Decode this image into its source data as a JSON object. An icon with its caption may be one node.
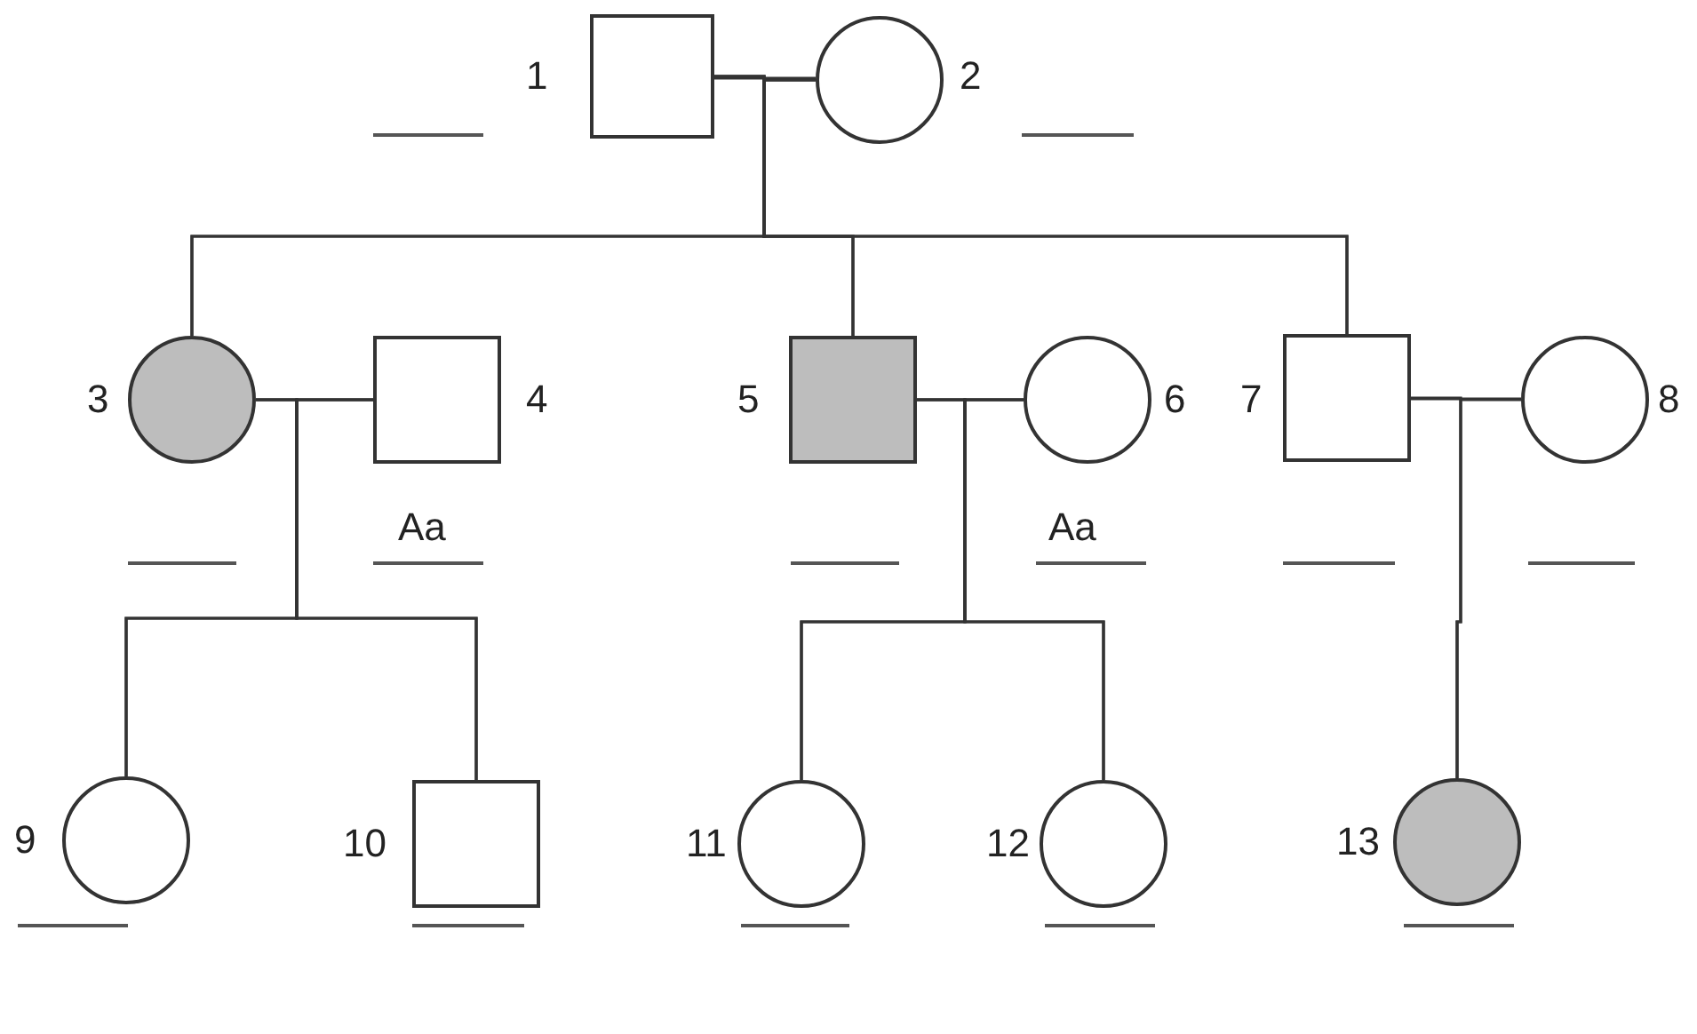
{
  "diagram": {
    "nodes": [
      {
        "text": [],
        "shape": "box",
        "beside": [
          "1"
        ]
      },
      {
        "text": [],
        "shape": "circle",
        "beside": [
          "2"
        ]
      },
      {
        "text": [],
        "shape": "circle",
        "beside": [
          "3"
        ]
      },
      {
        "text": [],
        "shape": "box",
        "beside": [
          "4",
          "Aa"
        ]
      },
      {
        "text": [],
        "shape": "box",
        "beside": [
          "5"
        ]
      },
      {
        "text": [],
        "shape": "circle",
        "beside": [
          "6",
          "Aa"
        ]
      },
      {
        "text": [],
        "shape": "box",
        "beside": [
          "7"
        ]
      },
      {
        "text": [],
        "shape": "circle",
        "beside": [
          "8"
        ]
      },
      {
        "text": [],
        "shape": "circle",
        "beside": [
          "9"
        ]
      },
      {
        "text": [],
        "shape": "box",
        "beside": [
          "10"
        ]
      },
      {
        "text": [],
        "shape": "circle",
        "beside": [
          "11"
        ]
      },
      {
        "text": [],
        "shape": "circle",
        "beside": [
          "12"
        ]
      },
      {
        "text": [],
        "shape": "circle",
        "beside": [
          "13"
        ]
      }
    ],
    "edges": [
      {
        "from": 0,
        "to": 1,
        "arrow": "none"
      },
      {
        "from": 0,
        "to": 2,
        "arrow": "none"
      },
      {
        "from": 0,
        "to": 4,
        "arrow": "none"
      },
      {
        "from": 0,
        "to": 6,
        "arrow": "none"
      },
      {
        "from": 1,
        "to": 2,
        "arrow": "none"
      },
      {
        "from": 1,
        "to": 4,
        "arrow": "none"
      },
      {
        "from": 1,
        "to": 6,
        "arrow": "none"
      },
      {
        "from": 2,
        "to": 3,
        "arrow": "none"
      },
      {
        "from": 2,
        "to": 8,
        "arrow": "none"
      },
      {
        "from": 2,
        "to": 9,
        "arrow": "none"
      },
      {
        "from": 3,
        "to": 8,
        "arrow": "none"
      },
      {
        "from": 3,
        "to": 9,
        "arrow": "none"
      },
      {
        "from": 4,
        "to": 5,
        "arrow": "none"
      },
      {
        "from": 4,
        "to": 10,
        "arrow": "none"
      },
      {
        "from": 4,
        "to": 11,
        "arrow": "none"
      },
      {
        "from": 5,
        "to": 10,
        "arrow": "none"
      },
      {
        "from": 5,
        "to": 11,
        "arrow": "none"
      },
      {
        "from": 6,
        "to": 7,
        "arrow": "none"
      },
      {
        "from": 6,
        "to": 12,
        "arrow": "none"
      },
      {
        "from": 7,
        "to": 12,
        "arrow": "none"
      }
    ]
  }
}
